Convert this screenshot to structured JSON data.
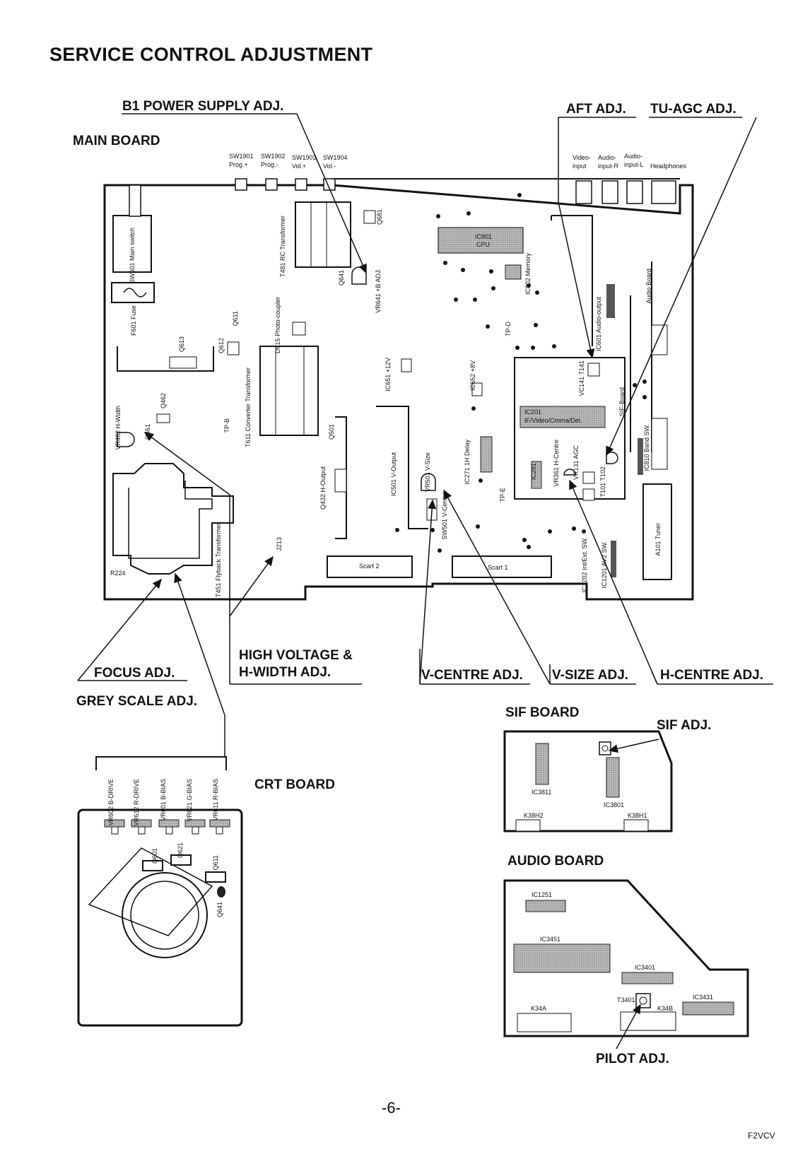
{
  "title": "SERVICE CONTROL ADJUSTMENT",
  "page_number": "-6-",
  "doc_code": "F2VCV",
  "adjustments": {
    "b1_power": "B1 POWER SUPPLY ADJ.",
    "aft": "AFT ADJ.",
    "tu_agc": "TU-AGC ADJ.",
    "focus": "FOCUS ADJ.",
    "grey_scale": "GREY SCALE ADJ.",
    "high_voltage_1": "HIGH VOLTAGE &",
    "high_voltage_2": "H-WIDTH ADJ.",
    "v_centre": "V-CENTRE ADJ.",
    "v_size": "V-SIZE ADJ.",
    "h_centre": "H-CENTRE ADJ.",
    "sif": "SIF ADJ.",
    "pilot": "PILOT ADJ."
  },
  "boards": {
    "main": "MAIN BOARD",
    "crt": "CRT BOARD",
    "sif": "SIF BOARD",
    "audio": "AUDIO BOARD"
  },
  "main_components": {
    "sw1901": "SW1901",
    "sw1901_fn": "Prog.+",
    "sw1902": "SW1902",
    "sw1902_fn": "Prog.-",
    "sw1903": "SW1903",
    "sw1903_fn": "Vol.+",
    "sw1904": "SW1904",
    "sw1904_fn": "Vol.-",
    "video_in": "Video-",
    "video_in2": "input",
    "audio_r": "Audio-",
    "audio_r2": "input-R",
    "audio_l": "Audio-",
    "audio_l2": "input-L",
    "headphones": "Headphones",
    "sw601": "SW601 Main switch",
    "f601": "F601 Fuse",
    "t481": "T481 RC Transformer",
    "q681": "Q681",
    "q641": "Q641",
    "vr641": "VR641 +B ADJ.",
    "ic801": "IC801",
    "ic801_fn": "CPU",
    "ic802": "IC802 Memory",
    "ic601": "IC601 Audio-output",
    "audio_board": "Audio Board",
    "q611": "Q611",
    "d615": "D615 Photo-coupler",
    "q613": "Q613",
    "q612": "Q612",
    "tpd": "TP-D",
    "ic651": "IC651 +12V",
    "ic652": "IC652 +8V",
    "t141": "VC141 T141",
    "vr462": "VR462 H-Width",
    "q462": "Q462",
    "q461": "Q461",
    "tpb": "TP-B",
    "t611": "T611 Converter Transformer",
    "q501": "Q501",
    "ic201": "IC201",
    "ic201_fn": "IF/Video/Croma/Del.",
    "sif_board": "SIF-Board",
    "ic810": "IC810 Band SW.",
    "vr361": "VR361 H-Centre",
    "vr131": "VR131 AGC",
    "t101": "T101 T102",
    "ic271": "IC271 1H Delay",
    "ic501": "IC501 V-Output",
    "vr501": "VR501 V-Size",
    "q432": "Q432 H-Output",
    "ic281": "IC281",
    "tpe": "TP-E",
    "sw501": "SW501 V-Centre",
    "t451": "T451 Flyback Transformer",
    "j213": "J213",
    "r224": "R224",
    "scart2": "Scart 2",
    "scart1": "Scart 1",
    "ic1202": "IC1202 Int/Ext. SW.",
    "ic1201": "IC1201 AV2 SW.",
    "a101": "A101 Tuner"
  },
  "crt_components": {
    "vr602": "VR602 B-DRIVE",
    "vr612": "VR612 R-DRIVE",
    "vr601": "VR601 B-BIAS",
    "vr621": "VR621 G-BIAS",
    "vr611": "VR611 R-BIAS",
    "q601": "Q601",
    "q621": "Q621",
    "q611": "Q611",
    "q641": "Q641"
  },
  "sif_components": {
    "ic3811": "IC3811",
    "ic3801": "IC3801",
    "k38h2": "K38H2",
    "k38h1": "K38H1"
  },
  "audio_components": {
    "ic1251": "IC1251",
    "ic3451": "IC3451",
    "ic3401": "IC3401",
    "t3401": "T3401",
    "ic3431": "IC3431",
    "k34a": "K34A",
    "k34b": "K34B"
  }
}
